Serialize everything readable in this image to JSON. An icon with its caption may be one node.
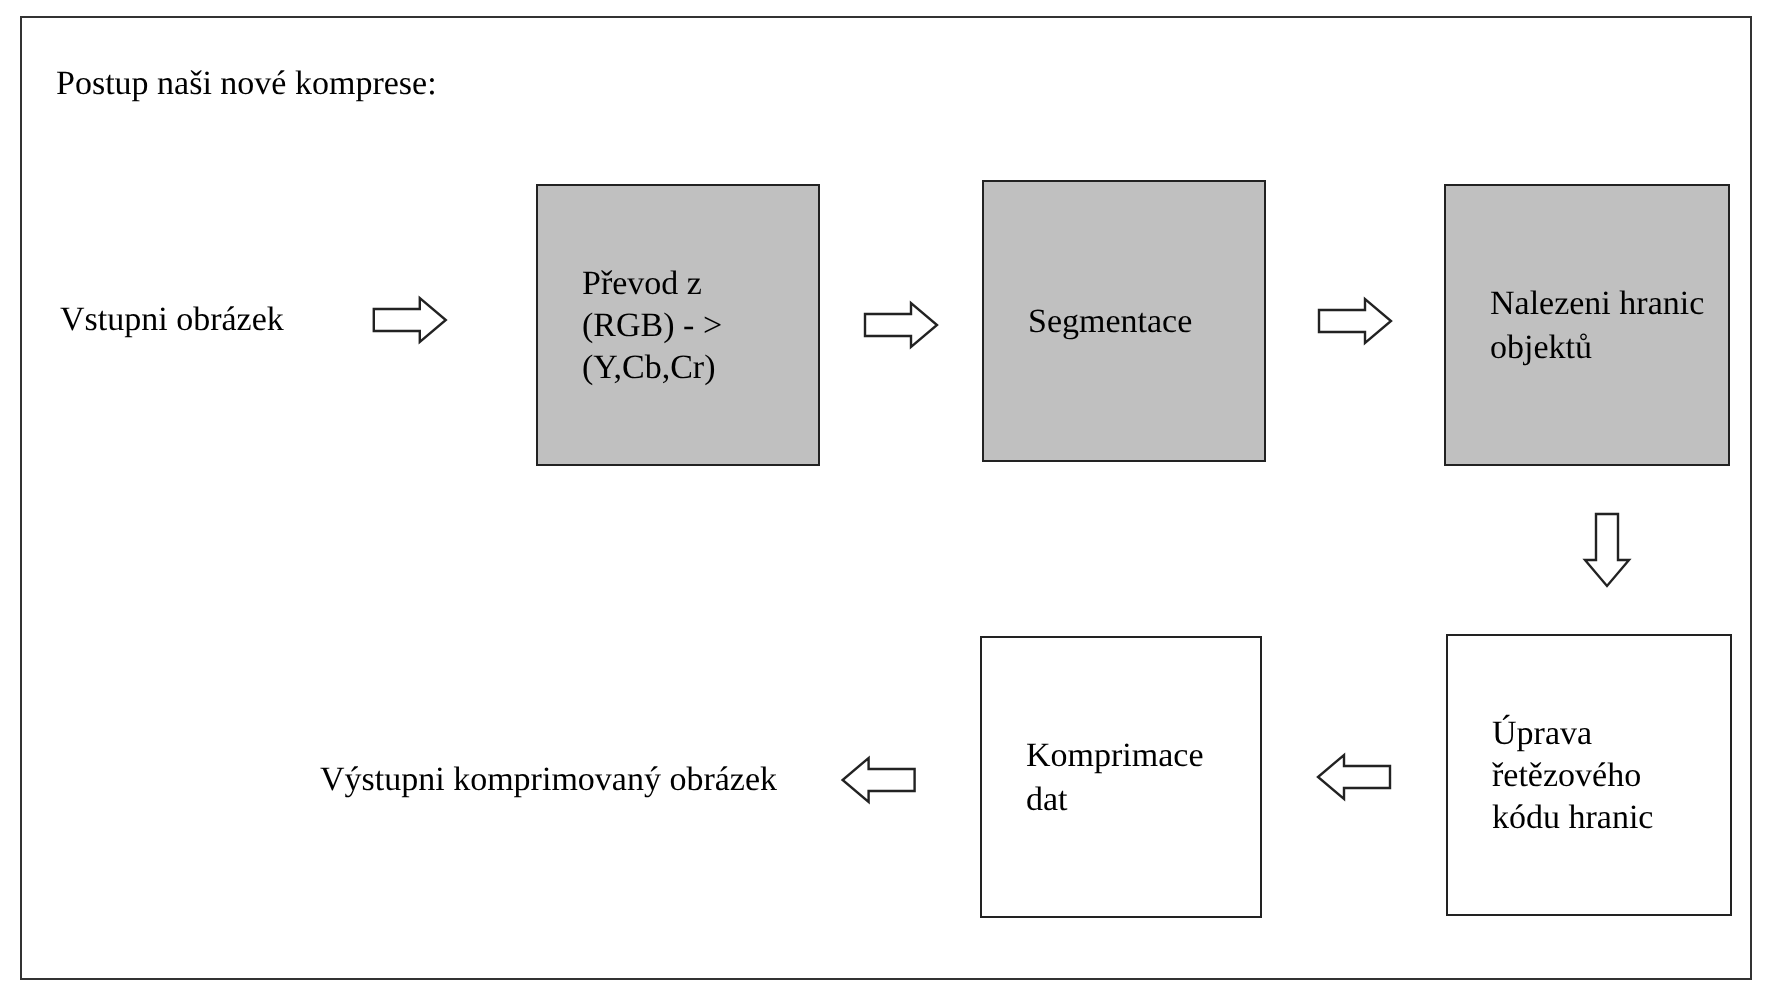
{
  "diagram": {
    "title": "Postup naši nové komprese:",
    "nodes": [
      {
        "text": [
          "Vstupni obrázek"
        ]
      },
      {
        "text": [
          "Převod z (RGB) - > (Y,Cb,Cr)"
        ]
      },
      {
        "text": [
          "Segmentace"
        ]
      },
      {
        "text": [
          "Nalezeni hranic objektů"
        ]
      },
      {
        "text": [
          "Úprava řetězového kódu hranic"
        ]
      },
      {
        "text": [
          "Komprimace dat"
        ]
      },
      {
        "text": [
          "Výstupni komprimovaný obrázek"
        ]
      }
    ],
    "edges": [
      {
        "from": 0,
        "to": 1,
        "arrow": "to"
      },
      {
        "from": 1,
        "to": 2,
        "arrow": "to"
      },
      {
        "from": 2,
        "to": 3,
        "arrow": "to"
      },
      {
        "from": 3,
        "to": 4,
        "arrow": "to"
      },
      {
        "from": 4,
        "to": 5,
        "arrow": "to"
      },
      {
        "from": 5,
        "to": 6,
        "arrow": "to"
      }
    ]
  }
}
